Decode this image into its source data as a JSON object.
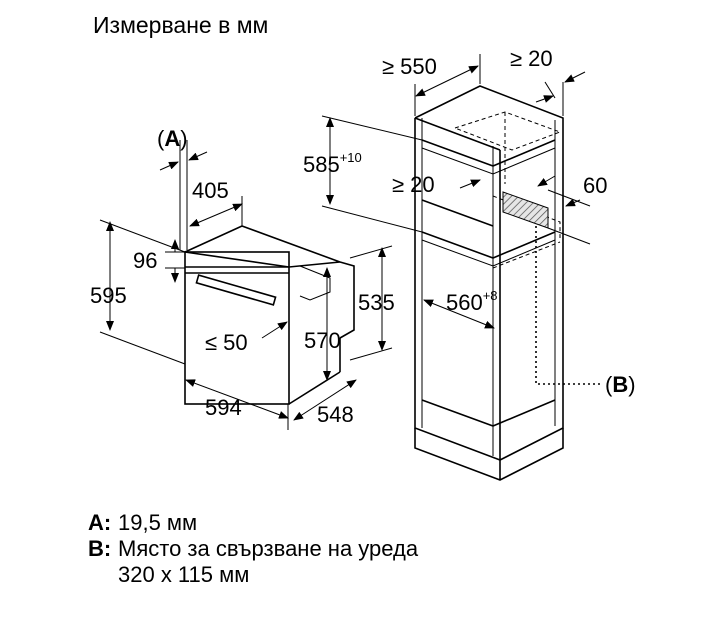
{
  "title": "Измерване в мм",
  "dimensions": {
    "a_marker": "A",
    "d405": "405",
    "d96": "96",
    "d595": "595",
    "d50": "≤ 50",
    "d570": "570",
    "d535": "535",
    "d594": "594",
    "d548": "548",
    "d585": "585",
    "d585_sup": "+10",
    "d550": "≥ 550",
    "d20_top": "≥ 20",
    "d20_mid": "≥ 20",
    "d60": "60",
    "d560": "560",
    "d560_sup": "+8",
    "b_marker": "B"
  },
  "legend": [
    {
      "key": "A:",
      "text": "19,5 мм"
    },
    {
      "key": "B:",
      "text": "Място за свързване на уреда 320 x 115 мм"
    }
  ]
}
